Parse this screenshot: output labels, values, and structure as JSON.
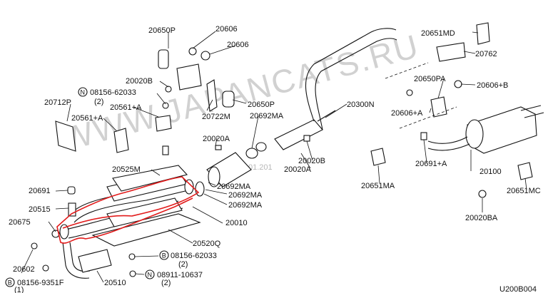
{
  "watermark": {
    "text": "WWW.JAPANCATS.RU",
    "date": "01.201",
    "color": "#9a9a9a"
  },
  "highlight_color": "#e21b1b",
  "figure_code": "U200B004",
  "labels": {
    "p20650P_a": "20650P",
    "p20606_a": "20606",
    "p20606_b": "20606",
    "p20020B_a": "20020B",
    "bolt_08156_62033_a": "08156-62033",
    "qty2_a": "(2)",
    "p20712P": "20712P",
    "p20561A_a": "20561+A",
    "p20561A_b": "20561+A",
    "p20722M": "20722M",
    "p20650P_b": "20650P",
    "p20692MA_a": "20692MA",
    "p20300N": "20300N",
    "p20651MD": "20651MD",
    "p20762": "20762",
    "p20650PA": "20650PA",
    "p20606B": "20606+B",
    "p20606A": "20606+A",
    "p20020A_a": "20020A",
    "p20020B_b": "20020B",
    "p20020A_b": "20020A",
    "p20525M": "20525M",
    "p20692MA_b": "20692MA",
    "p20692MA_c": "20692MA",
    "p20692MA_d": "20692MA",
    "p20691": "20691",
    "p20515": "20515",
    "p20675": "20675",
    "p20010": "20010",
    "p20520Q": "20520Q",
    "bolt_08156_62033_b": "08156-62033",
    "qty2_b": "(2)",
    "p20602": "20602",
    "bolt_08911_10637": "08911-10637",
    "qty2_c": "(2)",
    "bolt_08156_9351F": "08156-9351F",
    "qty1": "(1)",
    "p20510": "20510",
    "p20651MA": "20651MA",
    "p20691A": "20691+A",
    "p20100": "20100",
    "p20651MC": "20651MC",
    "p20020BA": "20020BA",
    "circle_N": "N",
    "circle_B": "B"
  }
}
